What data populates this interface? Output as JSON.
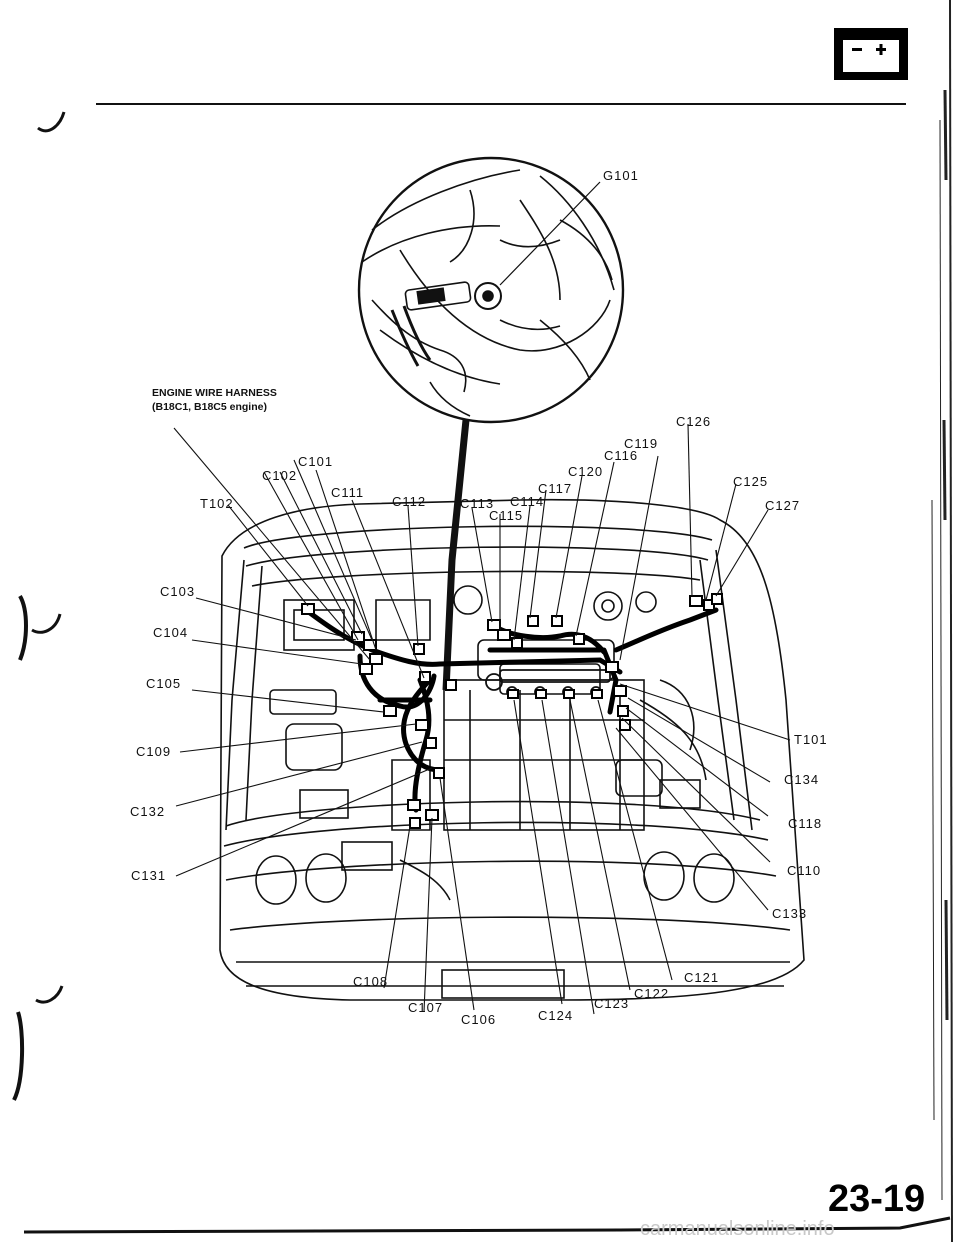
{
  "harness": {
    "title_line1": "ENGINE WIRE HARNESS",
    "title_line2": "(B18C1, B18C5 engine)"
  },
  "ground_label": "G101",
  "connectors": {
    "c101": "C101",
    "c102": "C102",
    "c103": "C103",
    "c104": "C104",
    "c105": "C105",
    "c106": "C106",
    "c107": "C107",
    "c108": "C108",
    "c109": "C109",
    "c110": "C110",
    "c111": "C111",
    "c112": "C112",
    "c113": "C113",
    "c114": "C114",
    "c115": "C115",
    "c116": "C116",
    "c117": "C117",
    "c118": "C118",
    "c119": "C119",
    "c120": "C120",
    "c121": "C121",
    "c122": "C122",
    "c123": "C123",
    "c124": "C124",
    "c125": "C125",
    "c126": "C126",
    "c127": "C127",
    "c131": "C131",
    "c132": "C132",
    "c133": "C133",
    "c134": "C134",
    "t101": "T101",
    "t102": "T102"
  },
  "page_number": "23-19",
  "watermark": "carmanualsonline.info",
  "icons": {
    "section": "battery-icon"
  }
}
